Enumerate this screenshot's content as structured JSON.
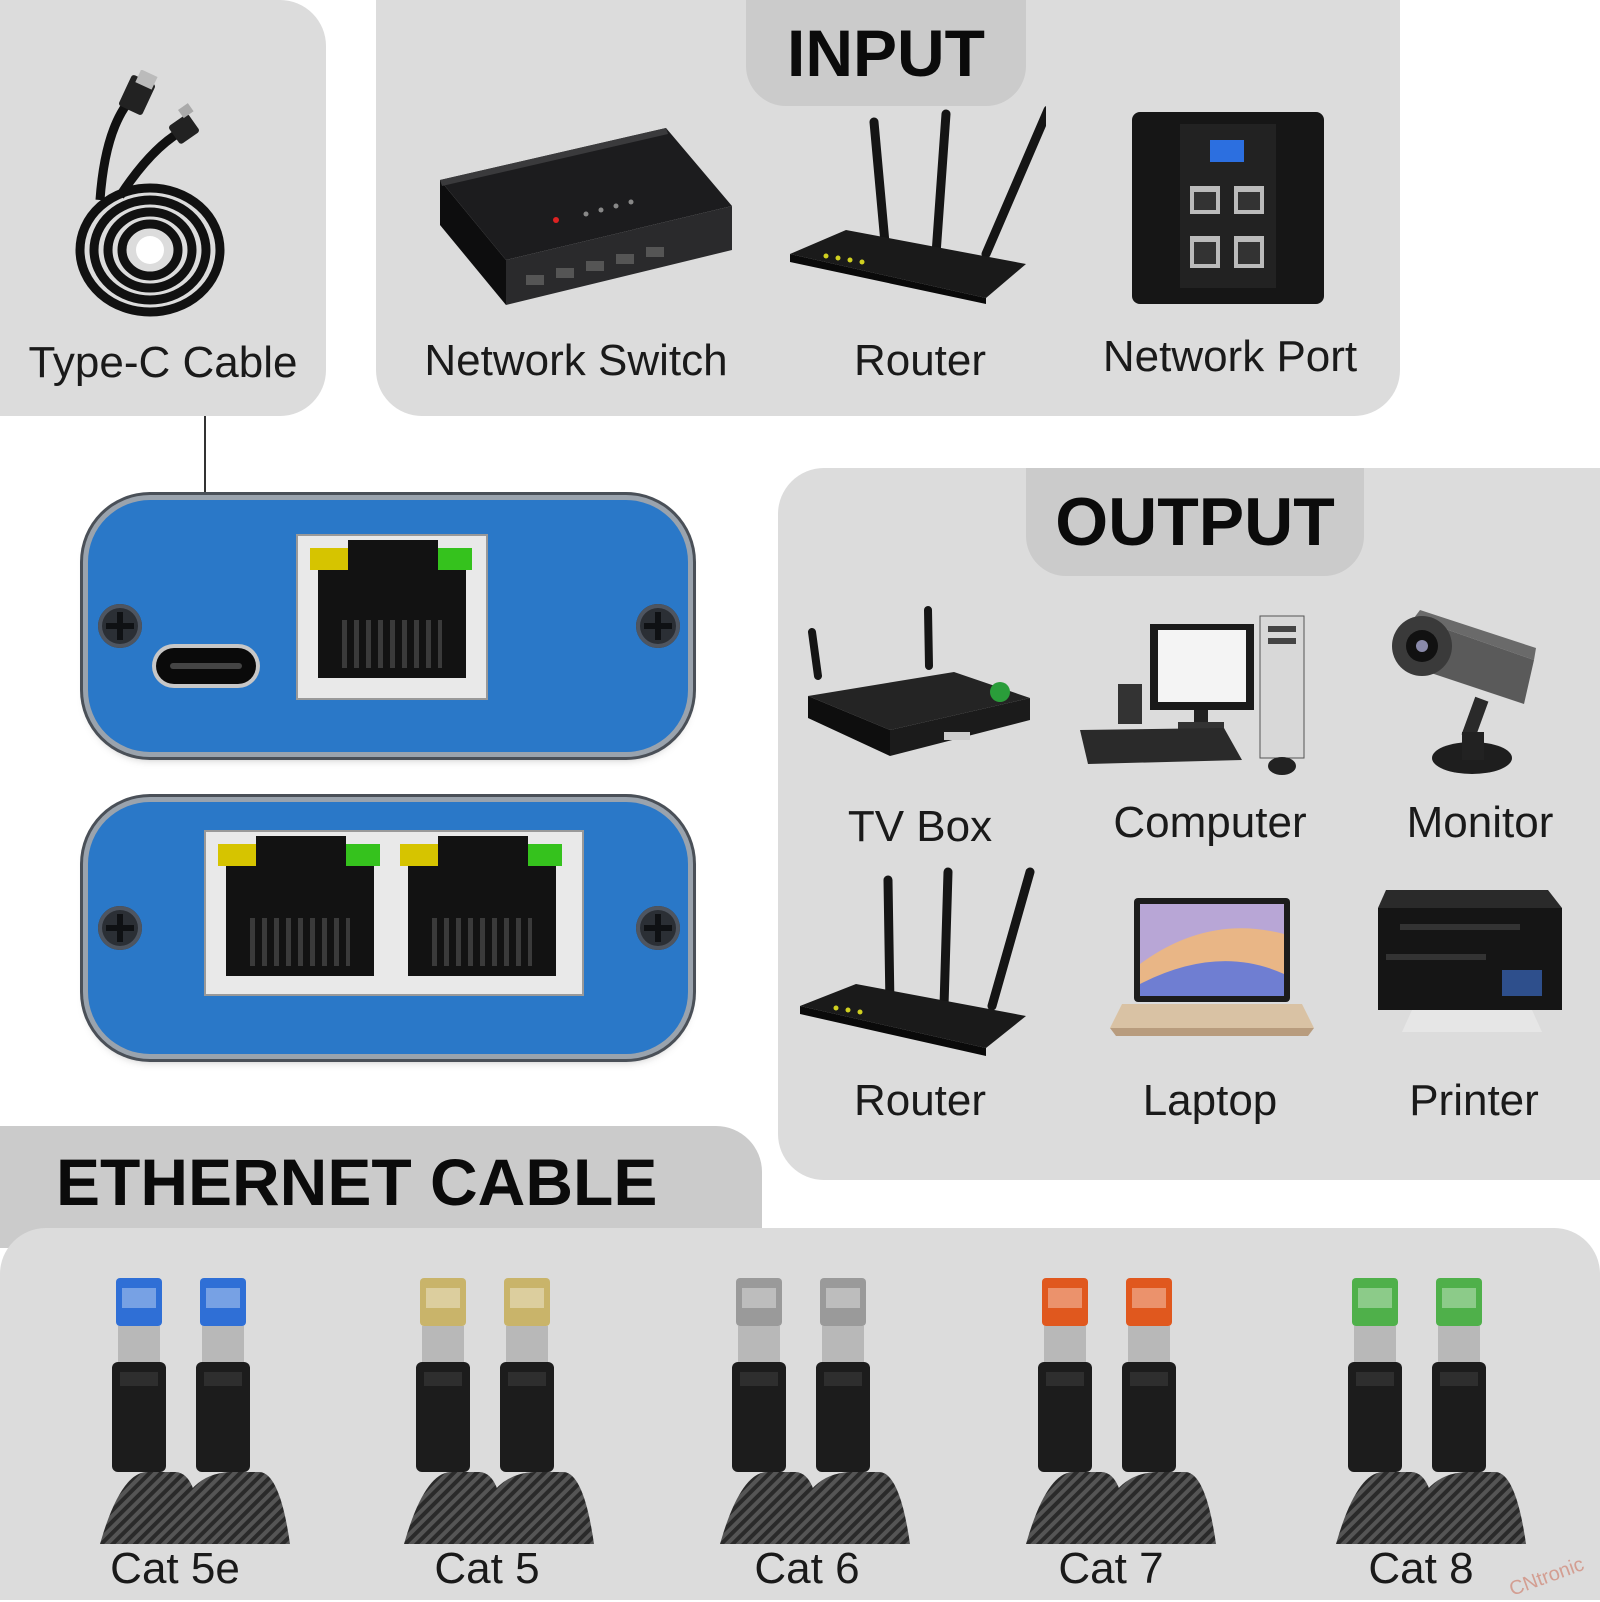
{
  "cable_panel": {
    "label": "Type-C Cable"
  },
  "input": {
    "title": "INPUT",
    "items": [
      {
        "label": "Network Switch",
        "icon": "network-switch-icon"
      },
      {
        "label": "Router",
        "icon": "router-icon"
      },
      {
        "label": "Network Port",
        "icon": "network-port-icon"
      }
    ]
  },
  "output": {
    "title": "OUTPUT",
    "items": [
      {
        "label": "TV Box",
        "icon": "tv-box-icon"
      },
      {
        "label": "Computer",
        "icon": "computer-icon"
      },
      {
        "label": "Monitor",
        "icon": "camera-icon"
      },
      {
        "label": "Router",
        "icon": "router-icon"
      },
      {
        "label": "Laptop",
        "icon": "laptop-icon"
      },
      {
        "label": "Printer",
        "icon": "printer-icon"
      }
    ]
  },
  "ethernet": {
    "title": "ETHERNET CABLE",
    "cables": [
      {
        "label": "Cat 5e",
        "color": "#2f6fd6"
      },
      {
        "label": "Cat 5",
        "color": "#c9b46a"
      },
      {
        "label": "Cat 6",
        "color": "#9a9a9a"
      },
      {
        "label": "Cat 7",
        "color": "#e0581e"
      },
      {
        "label": "Cat 8",
        "color": "#4fb04a"
      }
    ]
  },
  "watermark": "CNtronic",
  "colors": {
    "panel": "#dcdcdc",
    "tab": "#cbcbcb",
    "module": "#2a78c8",
    "led_yellow": "#d6c400",
    "led_green": "#35c21d"
  }
}
